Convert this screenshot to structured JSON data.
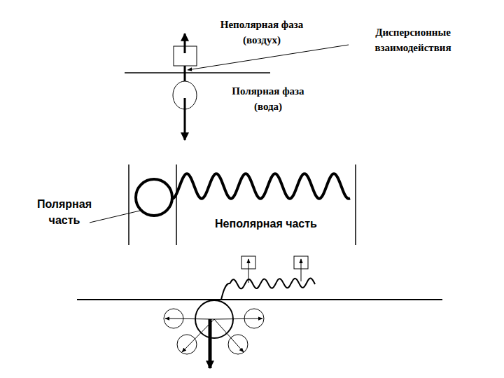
{
  "diagram": {
    "labels": [
      "Неполярная фаза (воздух)",
      "Дисперсионные взаимодействия",
      "Полярная фаза (вода)",
      "Полярная часть",
      "Неполярная часть"
    ]
  }
}
